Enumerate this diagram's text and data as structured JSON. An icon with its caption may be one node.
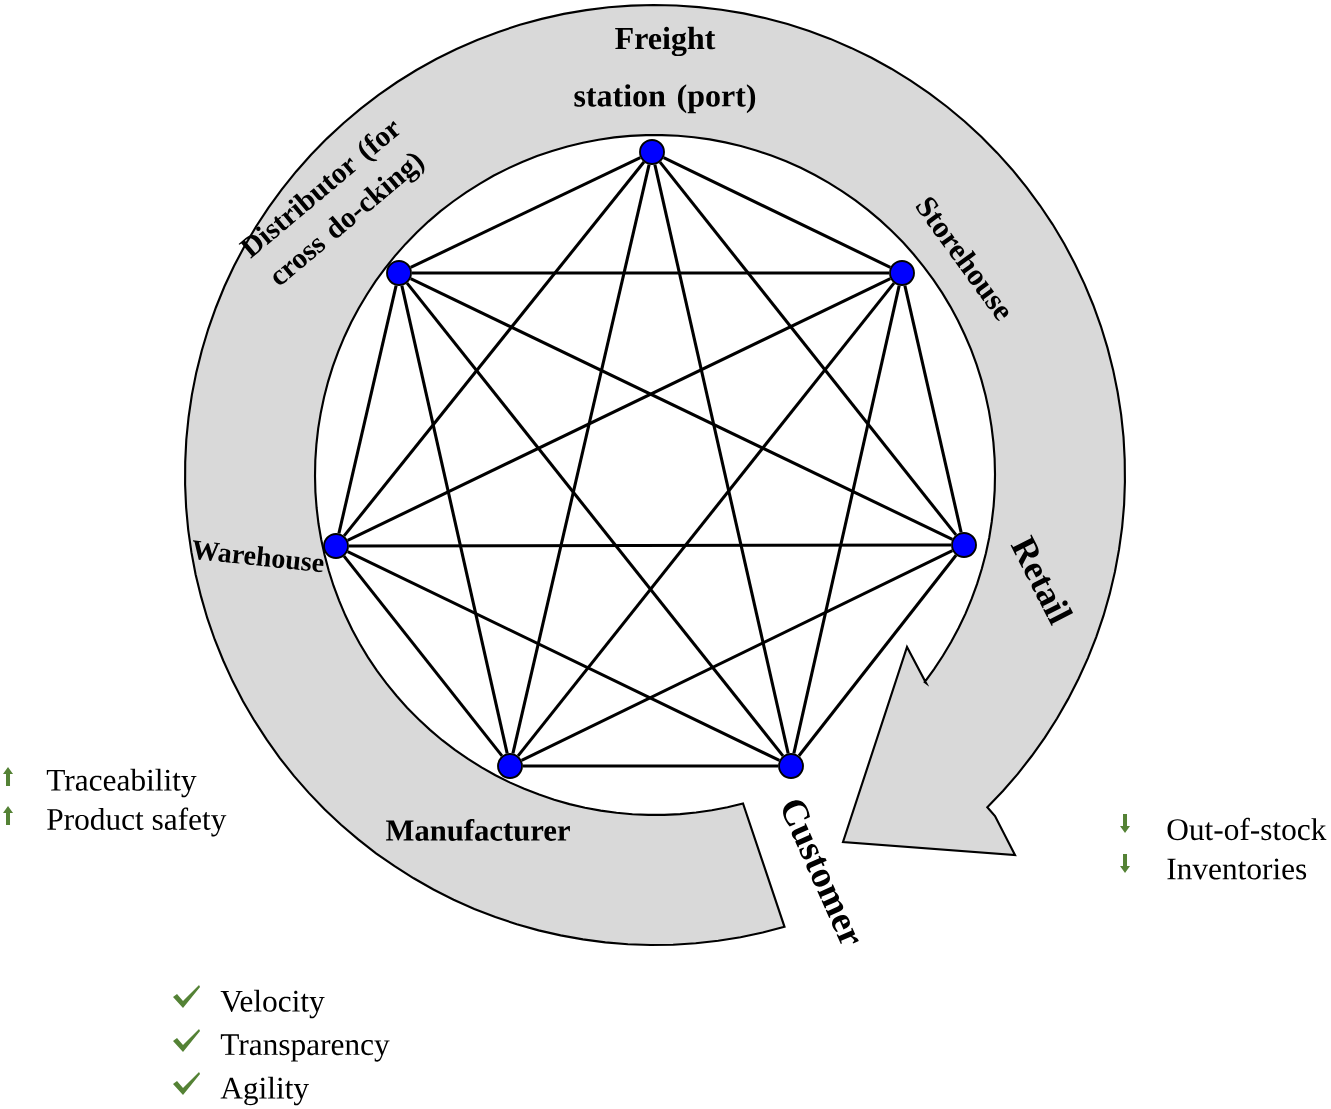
{
  "diagram": {
    "nodes": [
      {
        "text": [],
        "shape": "circle",
        "beside": [
          "Freight station (port)"
        ]
      },
      {
        "text": [],
        "shape": "circle",
        "beside": [
          "Distributor (for cross do-cking)"
        ]
      },
      {
        "text": [],
        "shape": "circle",
        "beside": [
          "Storehouse"
        ]
      },
      {
        "text": [],
        "shape": "circle",
        "beside": [
          "Warehouse"
        ]
      },
      {
        "text": [],
        "shape": "circle",
        "beside": [
          "Retail"
        ]
      },
      {
        "text": [],
        "shape": "circle",
        "beside": [
          "Manufacturer"
        ]
      },
      {
        "text": [],
        "shape": "circle",
        "beside": [
          "Customer"
        ]
      }
    ],
    "edges": [
      {
        "from": 0,
        "to": 1,
        "arrow": "none"
      },
      {
        "from": 0,
        "to": 2,
        "arrow": "none"
      },
      {
        "from": 0,
        "to": 3,
        "arrow": "none"
      },
      {
        "from": 0,
        "to": 4,
        "arrow": "none"
      },
      {
        "from": 0,
        "to": 5,
        "arrow": "none"
      },
      {
        "from": 0,
        "to": 6,
        "arrow": "none"
      },
      {
        "from": 1,
        "to": 2,
        "arrow": "none"
      },
      {
        "from": 1,
        "to": 3,
        "arrow": "none"
      },
      {
        "from": 1,
        "to": 4,
        "arrow": "none"
      },
      {
        "from": 1,
        "to": 5,
        "arrow": "none"
      },
      {
        "from": 1,
        "to": 6,
        "arrow": "none"
      },
      {
        "from": 2,
        "to": 3,
        "arrow": "none"
      },
      {
        "from": 2,
        "to": 4,
        "arrow": "none"
      },
      {
        "from": 2,
        "to": 5,
        "arrow": "none"
      },
      {
        "from": 2,
        "to": 6,
        "arrow": "none"
      },
      {
        "from": 3,
        "to": 4,
        "arrow": "none"
      },
      {
        "from": 3,
        "to": 5,
        "arrow": "none"
      },
      {
        "from": 3,
        "to": 6,
        "arrow": "none"
      },
      {
        "from": 4,
        "to": 5,
        "arrow": "none"
      },
      {
        "from": 4,
        "to": 6,
        "arrow": "none"
      },
      {
        "from": 5,
        "to": 6,
        "arrow": "none"
      }
    ],
    "labels": [
      "Traceability",
      "Product safety",
      "Out-of-stock",
      "Inventories",
      "Velocity",
      "Transparency",
      "Agility"
    ]
  }
}
